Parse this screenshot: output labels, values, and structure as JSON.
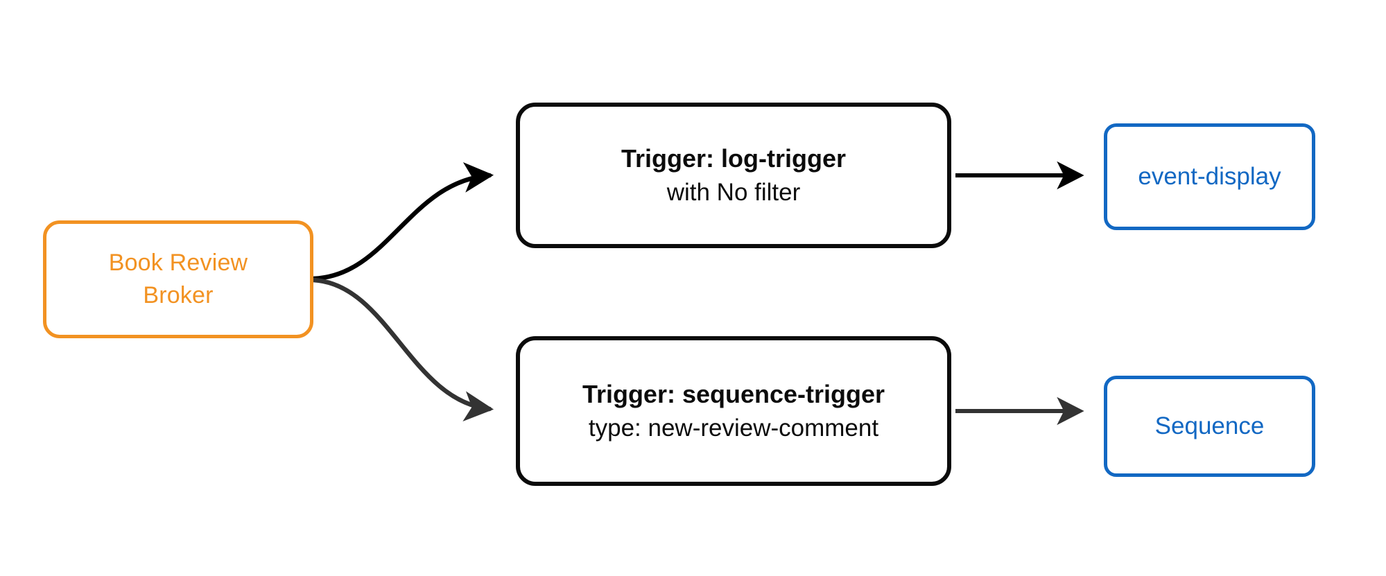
{
  "diagram": {
    "type": "flowchart",
    "direction": "left-to-right",
    "background": "#ffffff",
    "colors": {
      "broker_stroke": "#f29222",
      "broker_text": "#f29222",
      "trigger_stroke": "#0b0b0b",
      "trigger_text": "#0b0b0b",
      "destination_stroke": "#1268c3",
      "destination_text": "#1268c3",
      "edge_primary": "#000000",
      "edge_secondary": "#333333"
    }
  },
  "nodes": {
    "broker": {
      "id": "book-review-broker",
      "line1": "Book Review",
      "line2": "Broker",
      "shape": "rounded-rect",
      "stroke": "#f29222"
    },
    "trigger_log": {
      "id": "log-trigger",
      "title": "Trigger: log-trigger",
      "subtitle": "with No filter",
      "shape": "rounded-rect",
      "stroke": "#0b0b0b"
    },
    "trigger_sequence": {
      "id": "sequence-trigger",
      "title": "Trigger: sequence-trigger",
      "subtitle": "type: new-review-comment",
      "shape": "rounded-rect",
      "stroke": "#0b0b0b"
    },
    "dest_event_display": {
      "id": "event-display",
      "label": "event-display",
      "shape": "rounded-rect",
      "stroke": "#1268c3"
    },
    "dest_sequence": {
      "id": "sequence",
      "label": "Sequence",
      "shape": "rounded-rect",
      "stroke": "#1268c3"
    }
  },
  "edges": [
    {
      "name": "broker-to-log-trigger",
      "from": "book-review-broker",
      "to": "log-trigger",
      "style": "curved",
      "color": "#000000",
      "arrowhead": "filled-triangle",
      "label": ""
    },
    {
      "name": "broker-to-sequence-trigger",
      "from": "book-review-broker",
      "to": "sequence-trigger",
      "style": "curved",
      "color": "#333333",
      "arrowhead": "filled-triangle",
      "label": ""
    },
    {
      "name": "log-trigger-to-event-display",
      "from": "log-trigger",
      "to": "event-display",
      "style": "straight",
      "color": "#000000",
      "arrowhead": "filled-triangle",
      "label": ""
    },
    {
      "name": "sequence-trigger-to-sequence",
      "from": "sequence-trigger",
      "to": "sequence",
      "style": "straight",
      "color": "#333333",
      "arrowhead": "filled-triangle",
      "label": ""
    }
  ]
}
